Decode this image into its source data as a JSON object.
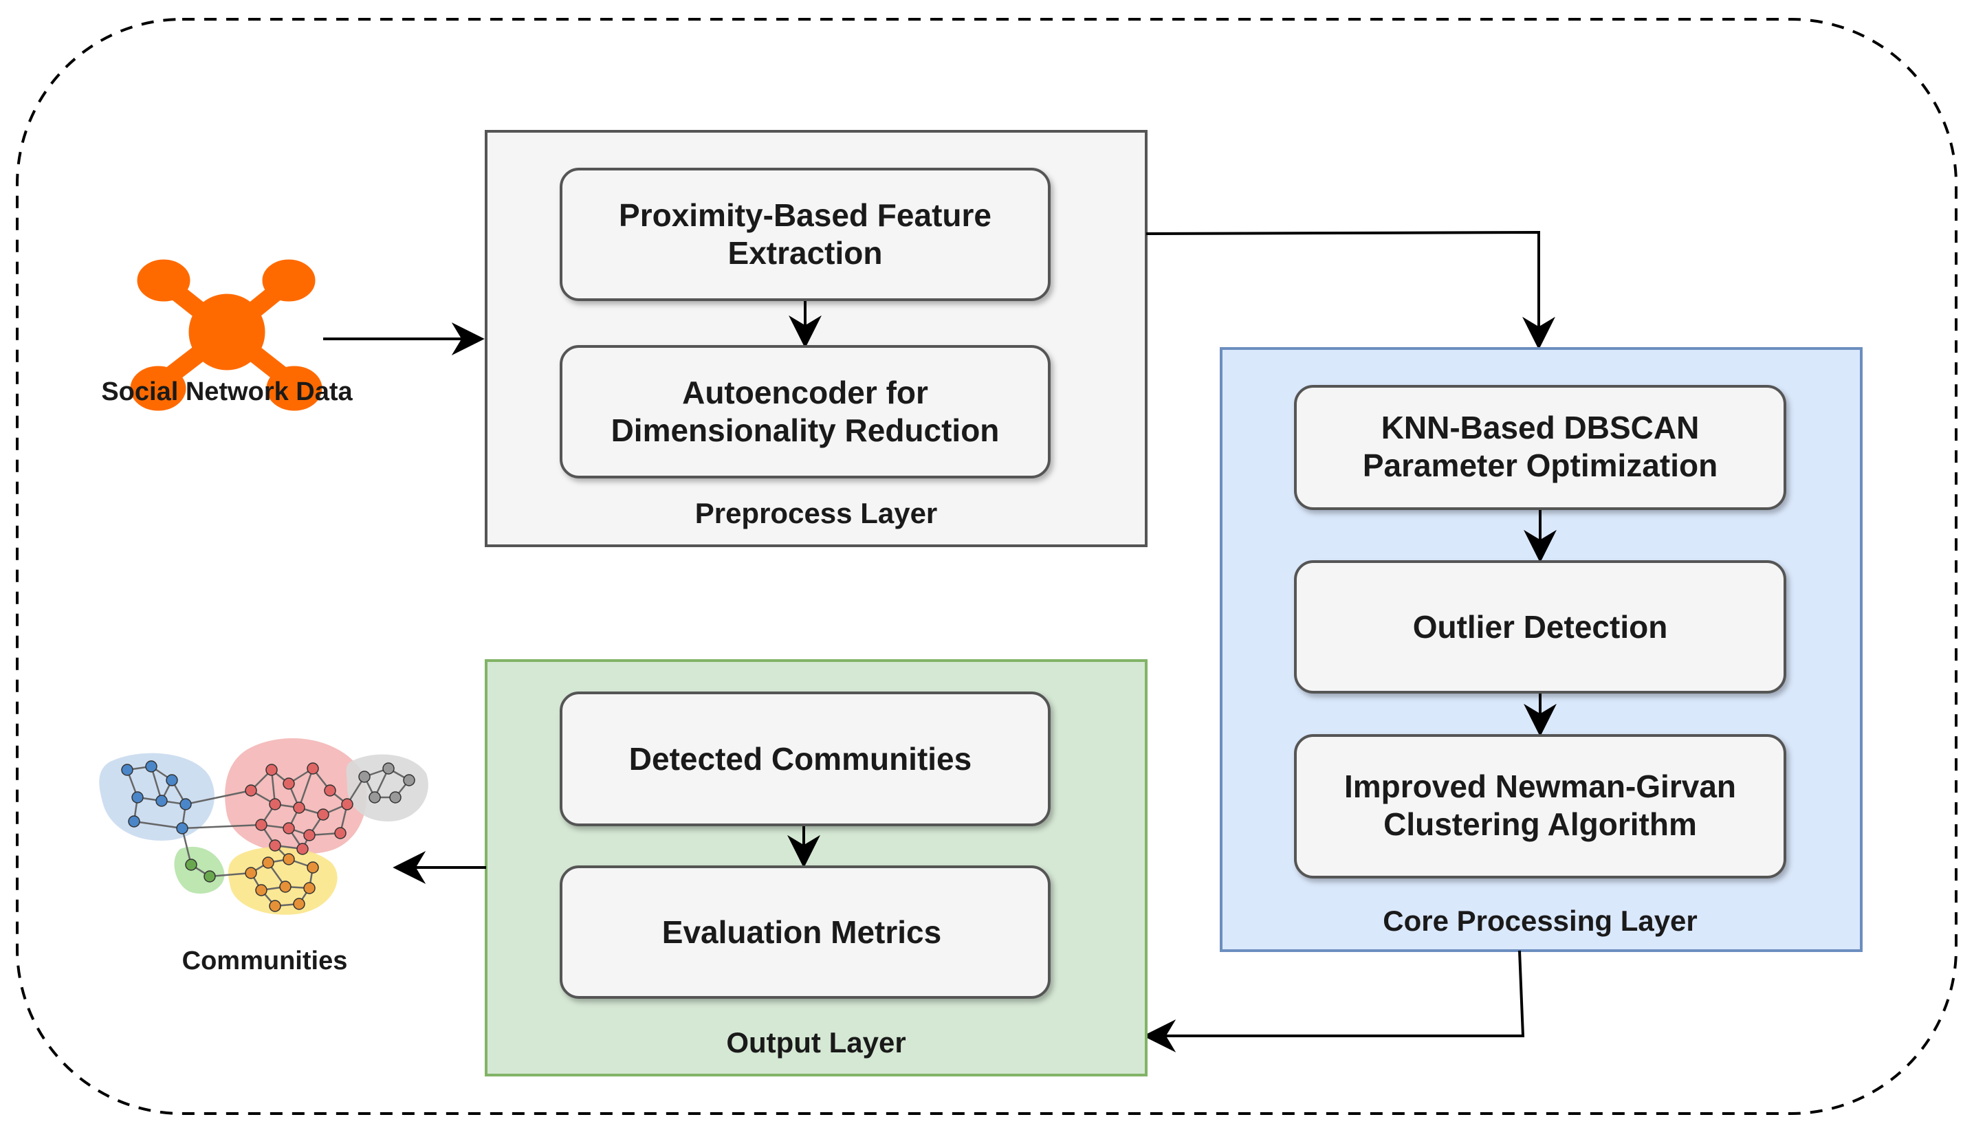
{
  "source_node": {
    "label": "Social Network Data",
    "icon": "network-hub-icon",
    "color": "#FF6A00"
  },
  "preprocess_layer": {
    "label": "Preprocess Layer",
    "fill": "#F5F5F5",
    "stroke": "#555555",
    "steps": [
      {
        "line1": "Proximity-Based Feature",
        "line2": "Extraction"
      },
      {
        "line1": "Autoencoder for",
        "line2": "Dimensionality Reduction"
      }
    ]
  },
  "core_layer": {
    "label": "Core Processing Layer",
    "fill": "#DAE8FC",
    "stroke": "#6C8EBF",
    "steps": [
      {
        "line1": "KNN-Based DBSCAN",
        "line2": "Parameter Optimization"
      },
      {
        "line1": "Outlier Detection",
        "line2": ""
      },
      {
        "line1": "Improved Newman-Girvan",
        "line2": "Clustering Algorithm"
      }
    ]
  },
  "output_layer": {
    "label": "Output Layer",
    "fill": "#D5E8D4",
    "stroke": "#82B366",
    "steps": [
      {
        "line1": "Detected Communities",
        "line2": ""
      },
      {
        "line1": "Evaluation Metrics",
        "line2": ""
      }
    ]
  },
  "result_node": {
    "label": "Communities",
    "icon": "community-graph-icon",
    "cluster_colors": [
      "#4A86C8",
      "#E06666",
      "#999999",
      "#6AA84F",
      "#E69138"
    ],
    "blob_colors": [
      "#C9DAF0",
      "#F4B6B6",
      "#D9D9D9",
      "#B6E3A8",
      "#FBE58A"
    ]
  }
}
